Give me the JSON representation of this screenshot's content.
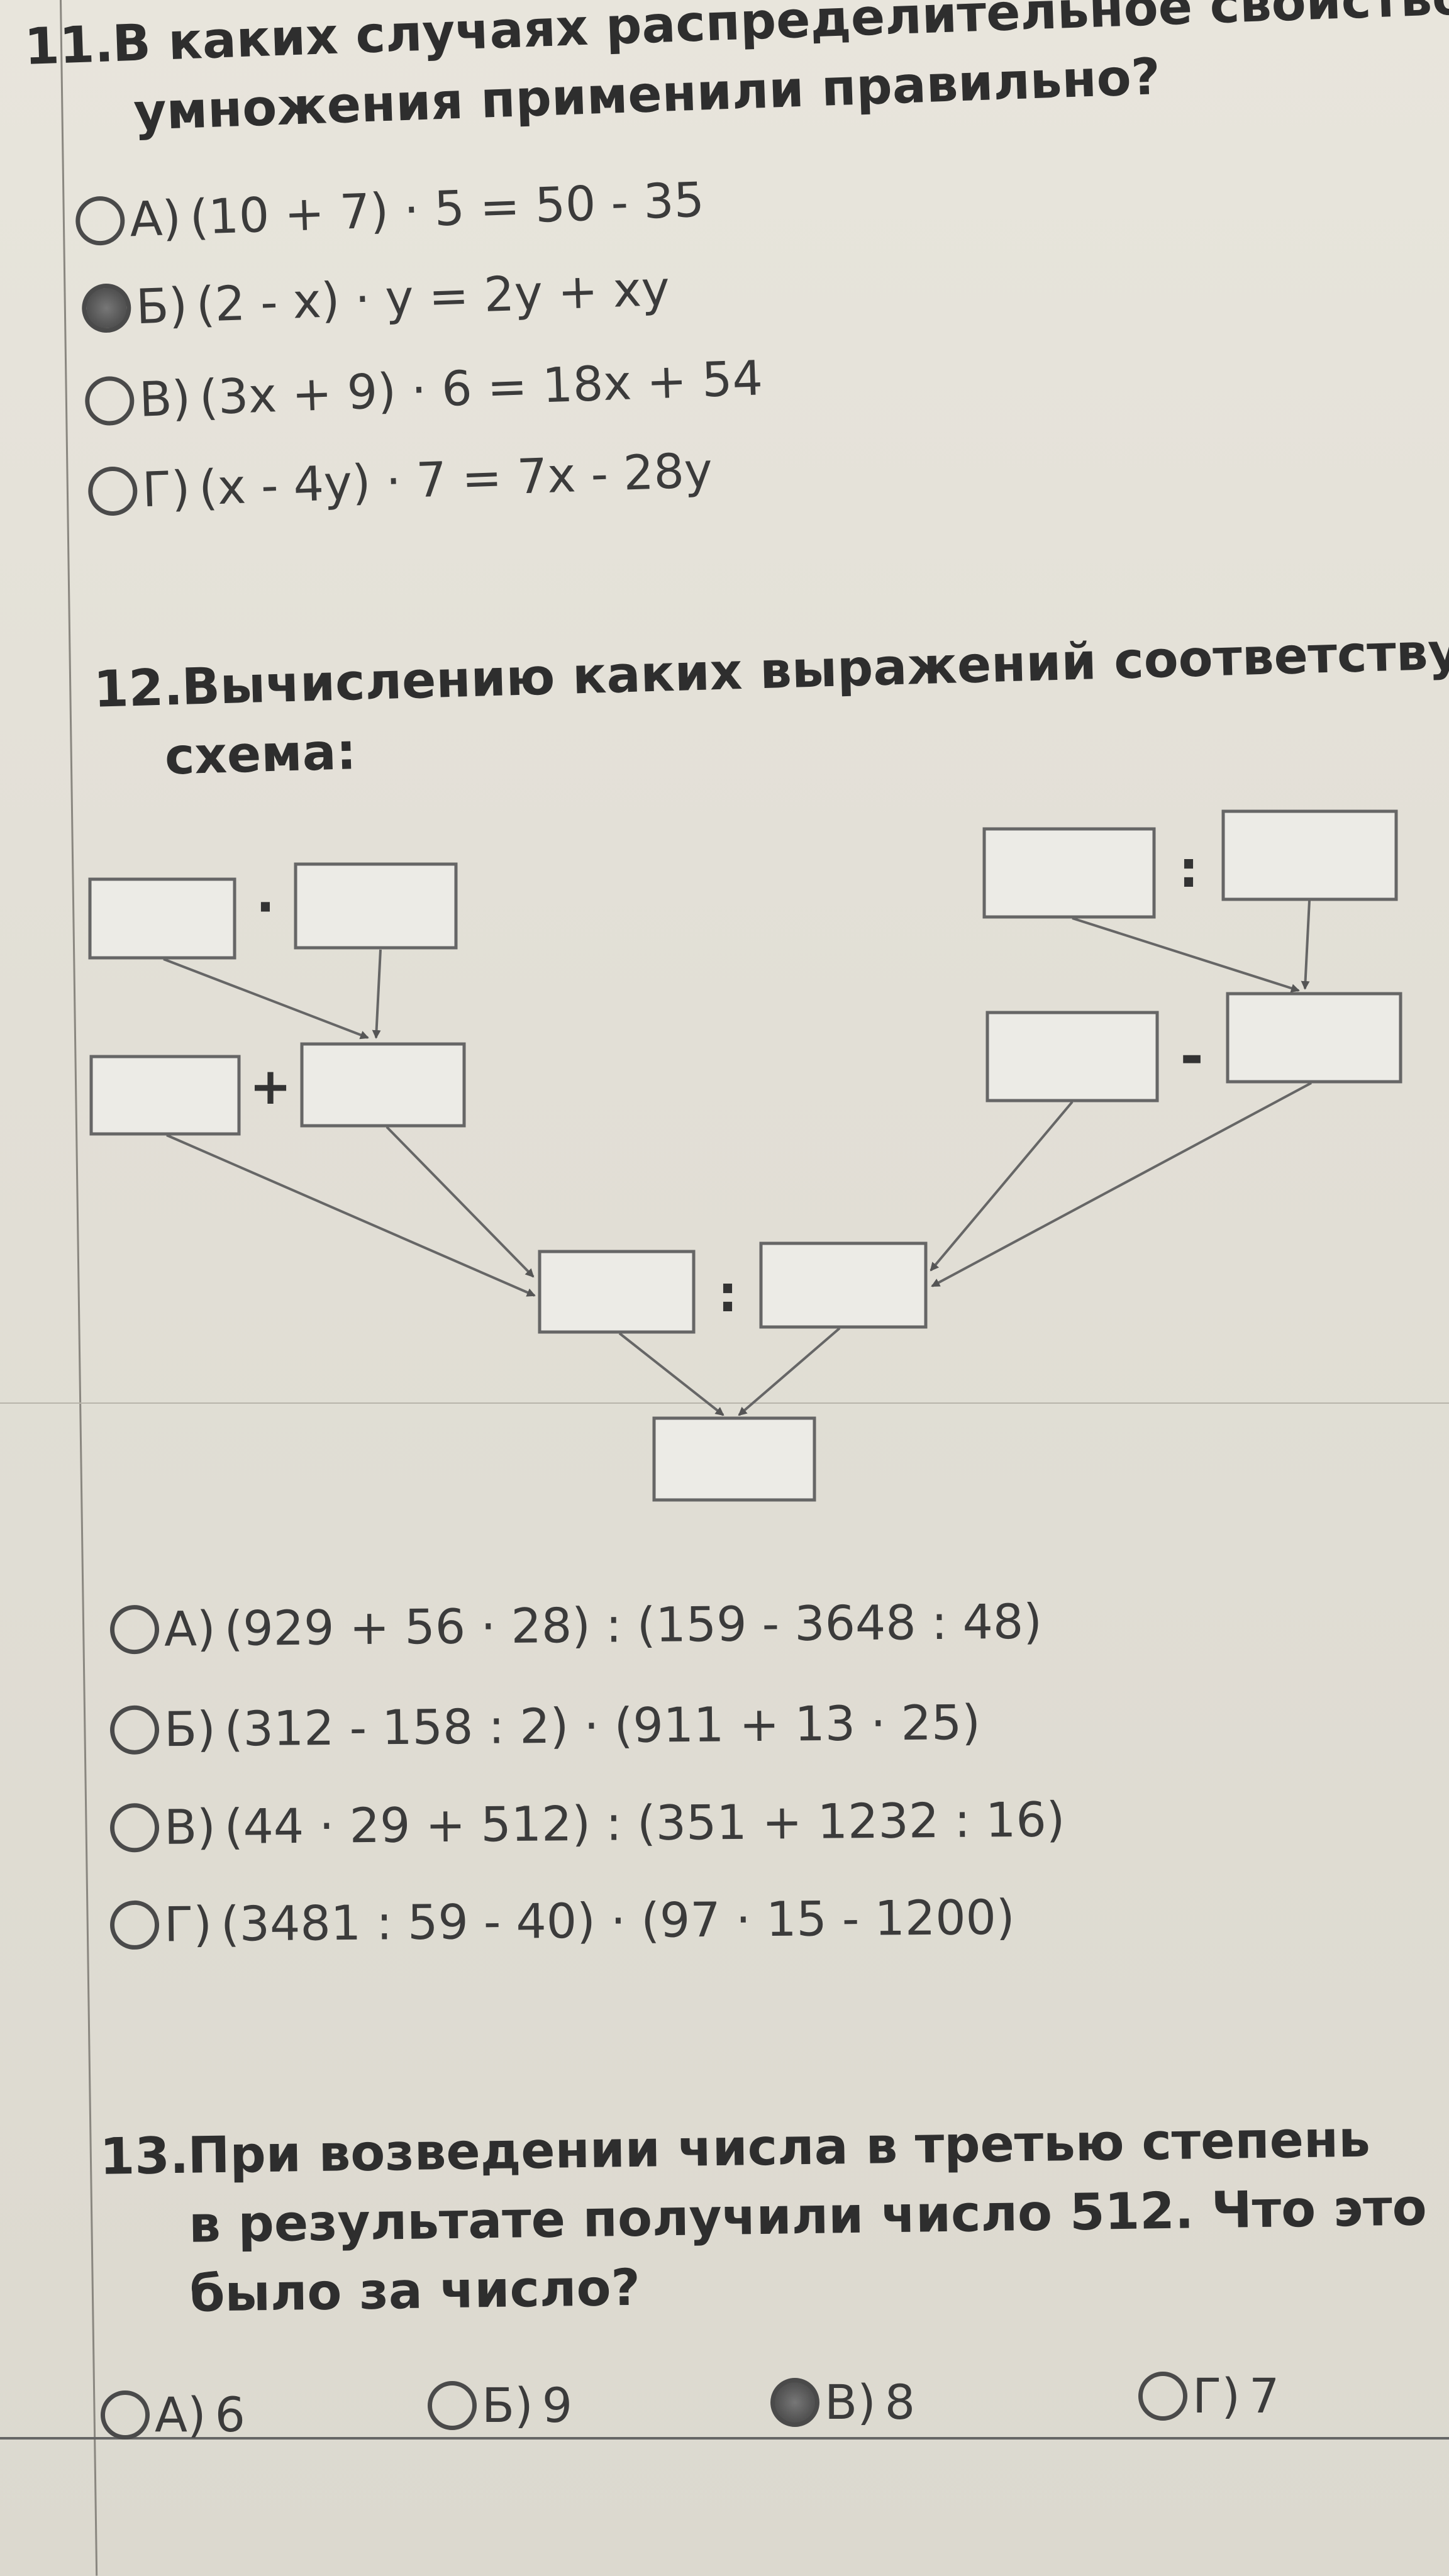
{
  "q11": {
    "number": "11.",
    "title_line1": "В каких случаях распределительное свойство",
    "title_line2": "умножения применили правильно?",
    "options": [
      {
        "letter": "А)",
        "text": "(10 + 7) · 5 = 50 - 35",
        "selected": false
      },
      {
        "letter": "Б)",
        "text": "(2 - x) · y = 2y + xy",
        "selected": true
      },
      {
        "letter": "В)",
        "text": "(3x + 9) · 6 = 18x + 54",
        "selected": false
      },
      {
        "letter": "Г)",
        "text": "(x - 4y) · 7 = 7x - 28y",
        "selected": false
      }
    ]
  },
  "q12": {
    "number": "12.",
    "title_line1": "Вычислению каких выражений соответствует",
    "title_line2": "схема:",
    "scheme_ops": {
      "mul": "·",
      "plus": "+",
      "div_right": ":",
      "minus": "-",
      "div_center": ":"
    },
    "options": [
      {
        "letter": "А)",
        "text": "(929 + 56 · 28) : (159 - 3648 : 48)",
        "selected": false
      },
      {
        "letter": "Б)",
        "text": "(312 - 158 : 2) · (911 + 13 · 25)",
        "selected": false
      },
      {
        "letter": "В)",
        "text": "(44 · 29 + 512) : (351 + 1232 : 16)",
        "selected": false
      },
      {
        "letter": "Г)",
        "text": "(3481 : 59 - 40) · (97 · 15 - 1200)",
        "selected": false
      }
    ]
  },
  "q13": {
    "number": "13.",
    "title_line1": "При возведении числа в третью степень",
    "title_line2": "в результате получили число 512. Что это",
    "title_line3": "было за число?",
    "options": [
      {
        "letter": "А)",
        "text": "6",
        "selected": false
      },
      {
        "letter": "Б)",
        "text": "9",
        "selected": false
      },
      {
        "letter": "В)",
        "text": "8",
        "selected": true
      },
      {
        "letter": "Г)",
        "text": "7",
        "selected": false
      }
    ]
  }
}
